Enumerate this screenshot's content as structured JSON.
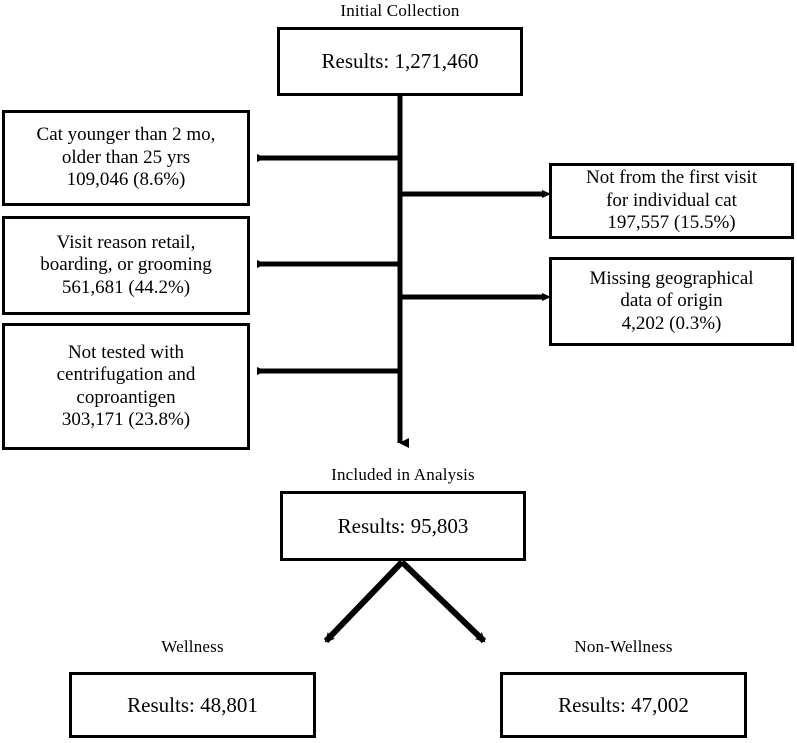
{
  "diagram": {
    "type": "flowchart",
    "orientation": "top-down",
    "stroke_color": "#000000",
    "background_color": "#ffffff",
    "nodes": {
      "initial": {
        "caption": "Initial Collection",
        "label": "Results: 1,271,460",
        "count": 1271460
      },
      "included": {
        "caption": "Included in Analysis",
        "label": "Results: 95,803",
        "count": 95803
      },
      "wellness": {
        "caption": "Wellness",
        "label": "Results: 48,801",
        "count": 48801
      },
      "non_wellness": {
        "caption": "Non-Wellness",
        "label": "Results: 47,002",
        "count": 47002
      }
    },
    "exclusions_left": [
      {
        "reason": "Cat younger than 2 mo,\nolder than 25 yrs",
        "value": "109,046 (8.6%)",
        "count": 109046,
        "percent": 8.6
      },
      {
        "reason": "Visit reason retail,\nboarding, or grooming",
        "value": "561,681 (44.2%)",
        "count": 561681,
        "percent": 44.2
      },
      {
        "reason": "Not tested with\ncentrifugation and\ncoproantigen",
        "value": "303,171 (23.8%)",
        "count": 303171,
        "percent": 23.8
      }
    ],
    "exclusions_right": [
      {
        "reason": "Not from the first visit\nfor individual cat",
        "value": "197,557 (15.5%)",
        "count": 197557,
        "percent": 15.5
      },
      {
        "reason": "Missing geographical\ndata of origin",
        "value": "4,202 (0.3%)",
        "count": 4202,
        "percent": 0.3
      }
    ]
  }
}
